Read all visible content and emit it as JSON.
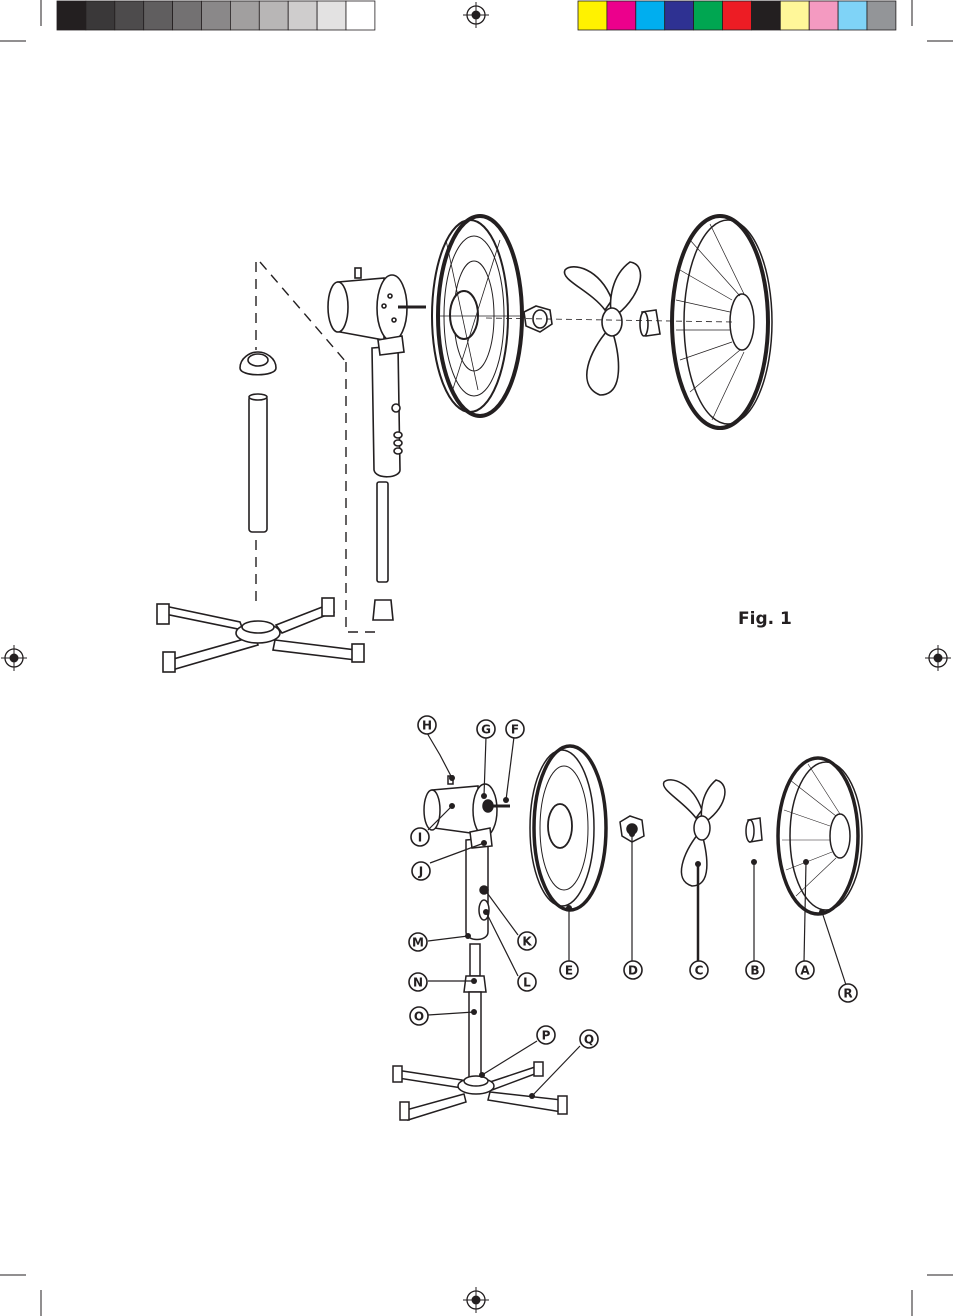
{
  "figure": {
    "label": "Fig. 1"
  },
  "colors": {
    "ink": "#231f20",
    "grayscale_bar": [
      "#231f20",
      "#3a3839",
      "#4d4b4c",
      "#605e5f",
      "#737172",
      "#8a8889",
      "#a19f9f",
      "#b8b6b6",
      "#cfcdcd",
      "#e3e2e2",
      "#ffffff"
    ],
    "color_bar": [
      "#fff200",
      "#ec008c",
      "#00aeef",
      "#2e3192",
      "#00a651",
      "#ed1c24",
      "#231f20",
      "#fff799",
      "#f49ac1",
      "#7fd3f7",
      "#939598"
    ]
  },
  "callouts": [
    {
      "id": "H",
      "letter": "H"
    },
    {
      "id": "G",
      "letter": "G"
    },
    {
      "id": "F",
      "letter": "F"
    },
    {
      "id": "I",
      "letter": "I"
    },
    {
      "id": "J",
      "letter": "J"
    },
    {
      "id": "K",
      "letter": "K"
    },
    {
      "id": "M",
      "letter": "M"
    },
    {
      "id": "L",
      "letter": "L"
    },
    {
      "id": "N",
      "letter": "N"
    },
    {
      "id": "O",
      "letter": "O"
    },
    {
      "id": "P",
      "letter": "P"
    },
    {
      "id": "Q",
      "letter": "Q"
    },
    {
      "id": "E",
      "letter": "E"
    },
    {
      "id": "D",
      "letter": "D"
    },
    {
      "id": "C",
      "letter": "C"
    },
    {
      "id": "B",
      "letter": "B"
    },
    {
      "id": "A",
      "letter": "A"
    },
    {
      "id": "R",
      "letter": "R"
    }
  ]
}
